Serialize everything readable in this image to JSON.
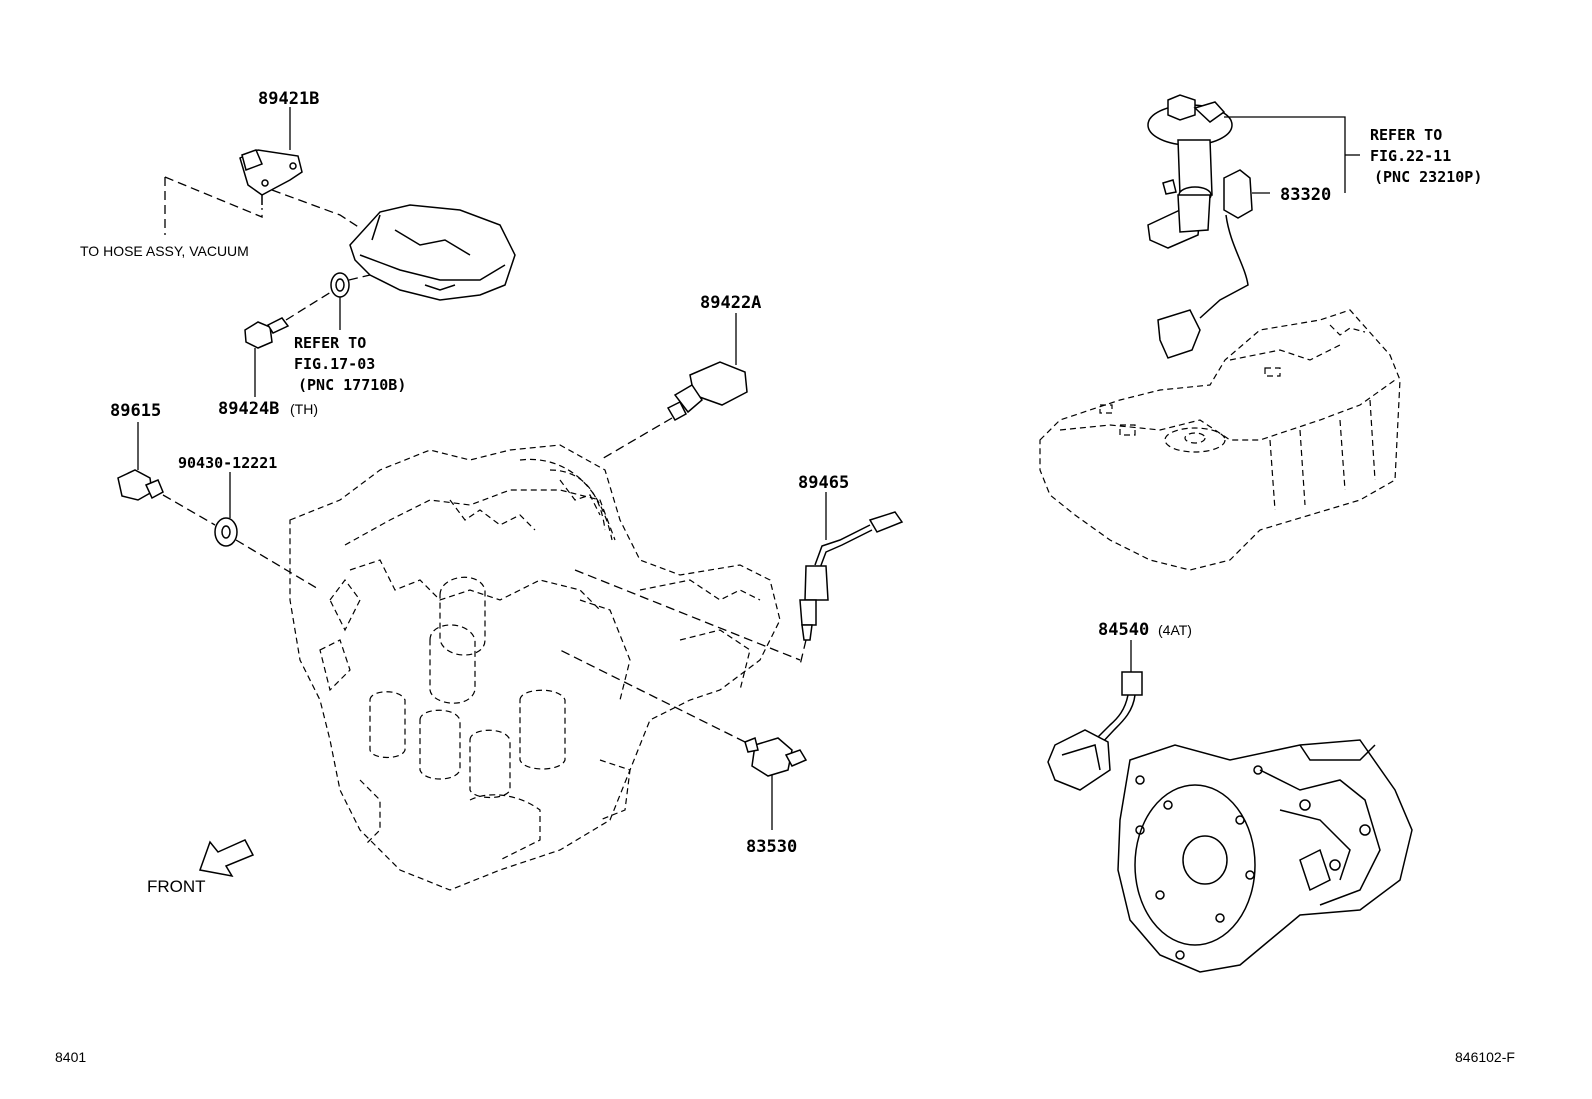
{
  "labels": {
    "p89421b": "89421B",
    "hose_note": "TO HOSE ASSY, VACUUM",
    "refer1_l1": "REFER TO",
    "refer1_l2": "FIG.17-03",
    "refer1_l3": "(PNC 17710B)",
    "p89424b": "89424B",
    "p89424b_suffix": "(TH)",
    "p89615": "89615",
    "p90430": "90430-12221",
    "p89422a": "89422A",
    "p89465": "89465",
    "p83530": "83530",
    "front": "FRONT",
    "refer2_l1": "REFER TO",
    "refer2_l2": "FIG.22-11",
    "refer2_l3": "(PNC 23210P)",
    "p83320": "83320",
    "p84540": "84540",
    "p84540_suffix": "(4AT)",
    "page_left": "8401",
    "page_right": "846102-F"
  },
  "icons": {
    "front_arrow": "arrow-icon"
  }
}
